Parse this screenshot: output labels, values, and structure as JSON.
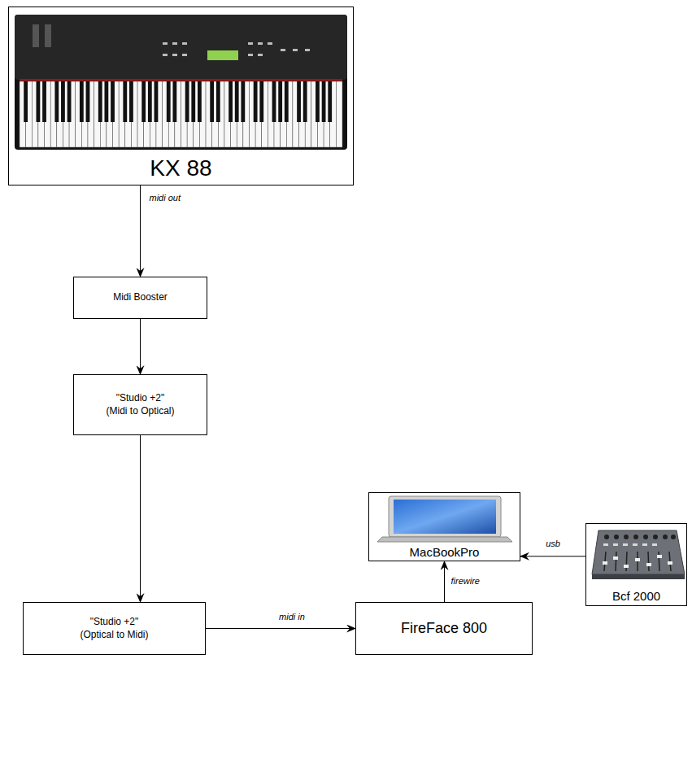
{
  "diagram": {
    "nodes": [
      {
        "text": [
          "KX 88"
        ]
      },
      {
        "text": [
          "Midi Booster"
        ]
      },
      {
        "text": [
          "\"Studio +2\"",
          "(Midi to Optical)"
        ]
      },
      {
        "text": [
          "\"Studio +2\"",
          "(Optical to Midi)"
        ]
      },
      {
        "text": [
          "FireFace 800"
        ]
      },
      {
        "text": [
          "MacBookPro"
        ]
      },
      {
        "text": [
          "Bcf 2000"
        ]
      }
    ],
    "edges": [
      {
        "from": 0,
        "to": 1,
        "arrow": "to",
        "label": "midi out"
      },
      {
        "from": 1,
        "to": 2,
        "arrow": "to"
      },
      {
        "from": 2,
        "to": 3,
        "arrow": "to"
      },
      {
        "from": 3,
        "to": 4,
        "arrow": "to",
        "label": "midi in"
      },
      {
        "from": 4,
        "to": 5,
        "arrow": "to",
        "label": "firewire"
      },
      {
        "from": 6,
        "to": 5,
        "arrow": "to",
        "label": "usb"
      }
    ]
  }
}
